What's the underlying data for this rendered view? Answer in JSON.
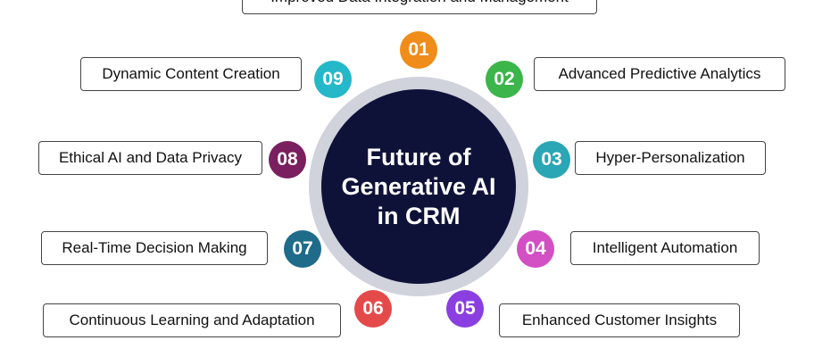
{
  "center": {
    "title_lines": [
      "Future of",
      "Generative AI",
      "in CRM"
    ]
  },
  "items": [
    {
      "num": "01",
      "label": "Improved Data Integration and Management",
      "color": "#f08c1a"
    },
    {
      "num": "02",
      "label": "Advanced Predictive Analytics",
      "color": "#3cb54a"
    },
    {
      "num": "03",
      "label": "Hyper-Personalization",
      "color": "#2aa6b5"
    },
    {
      "num": "04",
      "label": "Intelligent Automation",
      "color": "#d24fc4"
    },
    {
      "num": "05",
      "label": "Enhanced Customer Insights",
      "color": "#8b3fe0"
    },
    {
      "num": "06",
      "label": "Continuous Learning and Adaptation",
      "color": "#e54a4a"
    },
    {
      "num": "07",
      "label": "Real-Time Decision Making",
      "color": "#1f6b8a"
    },
    {
      "num": "08",
      "label": "Ethical AI and Data Privacy",
      "color": "#7a1f5f"
    },
    {
      "num": "09",
      "label": "Dynamic Content Creation",
      "color": "#25b8c8"
    }
  ]
}
